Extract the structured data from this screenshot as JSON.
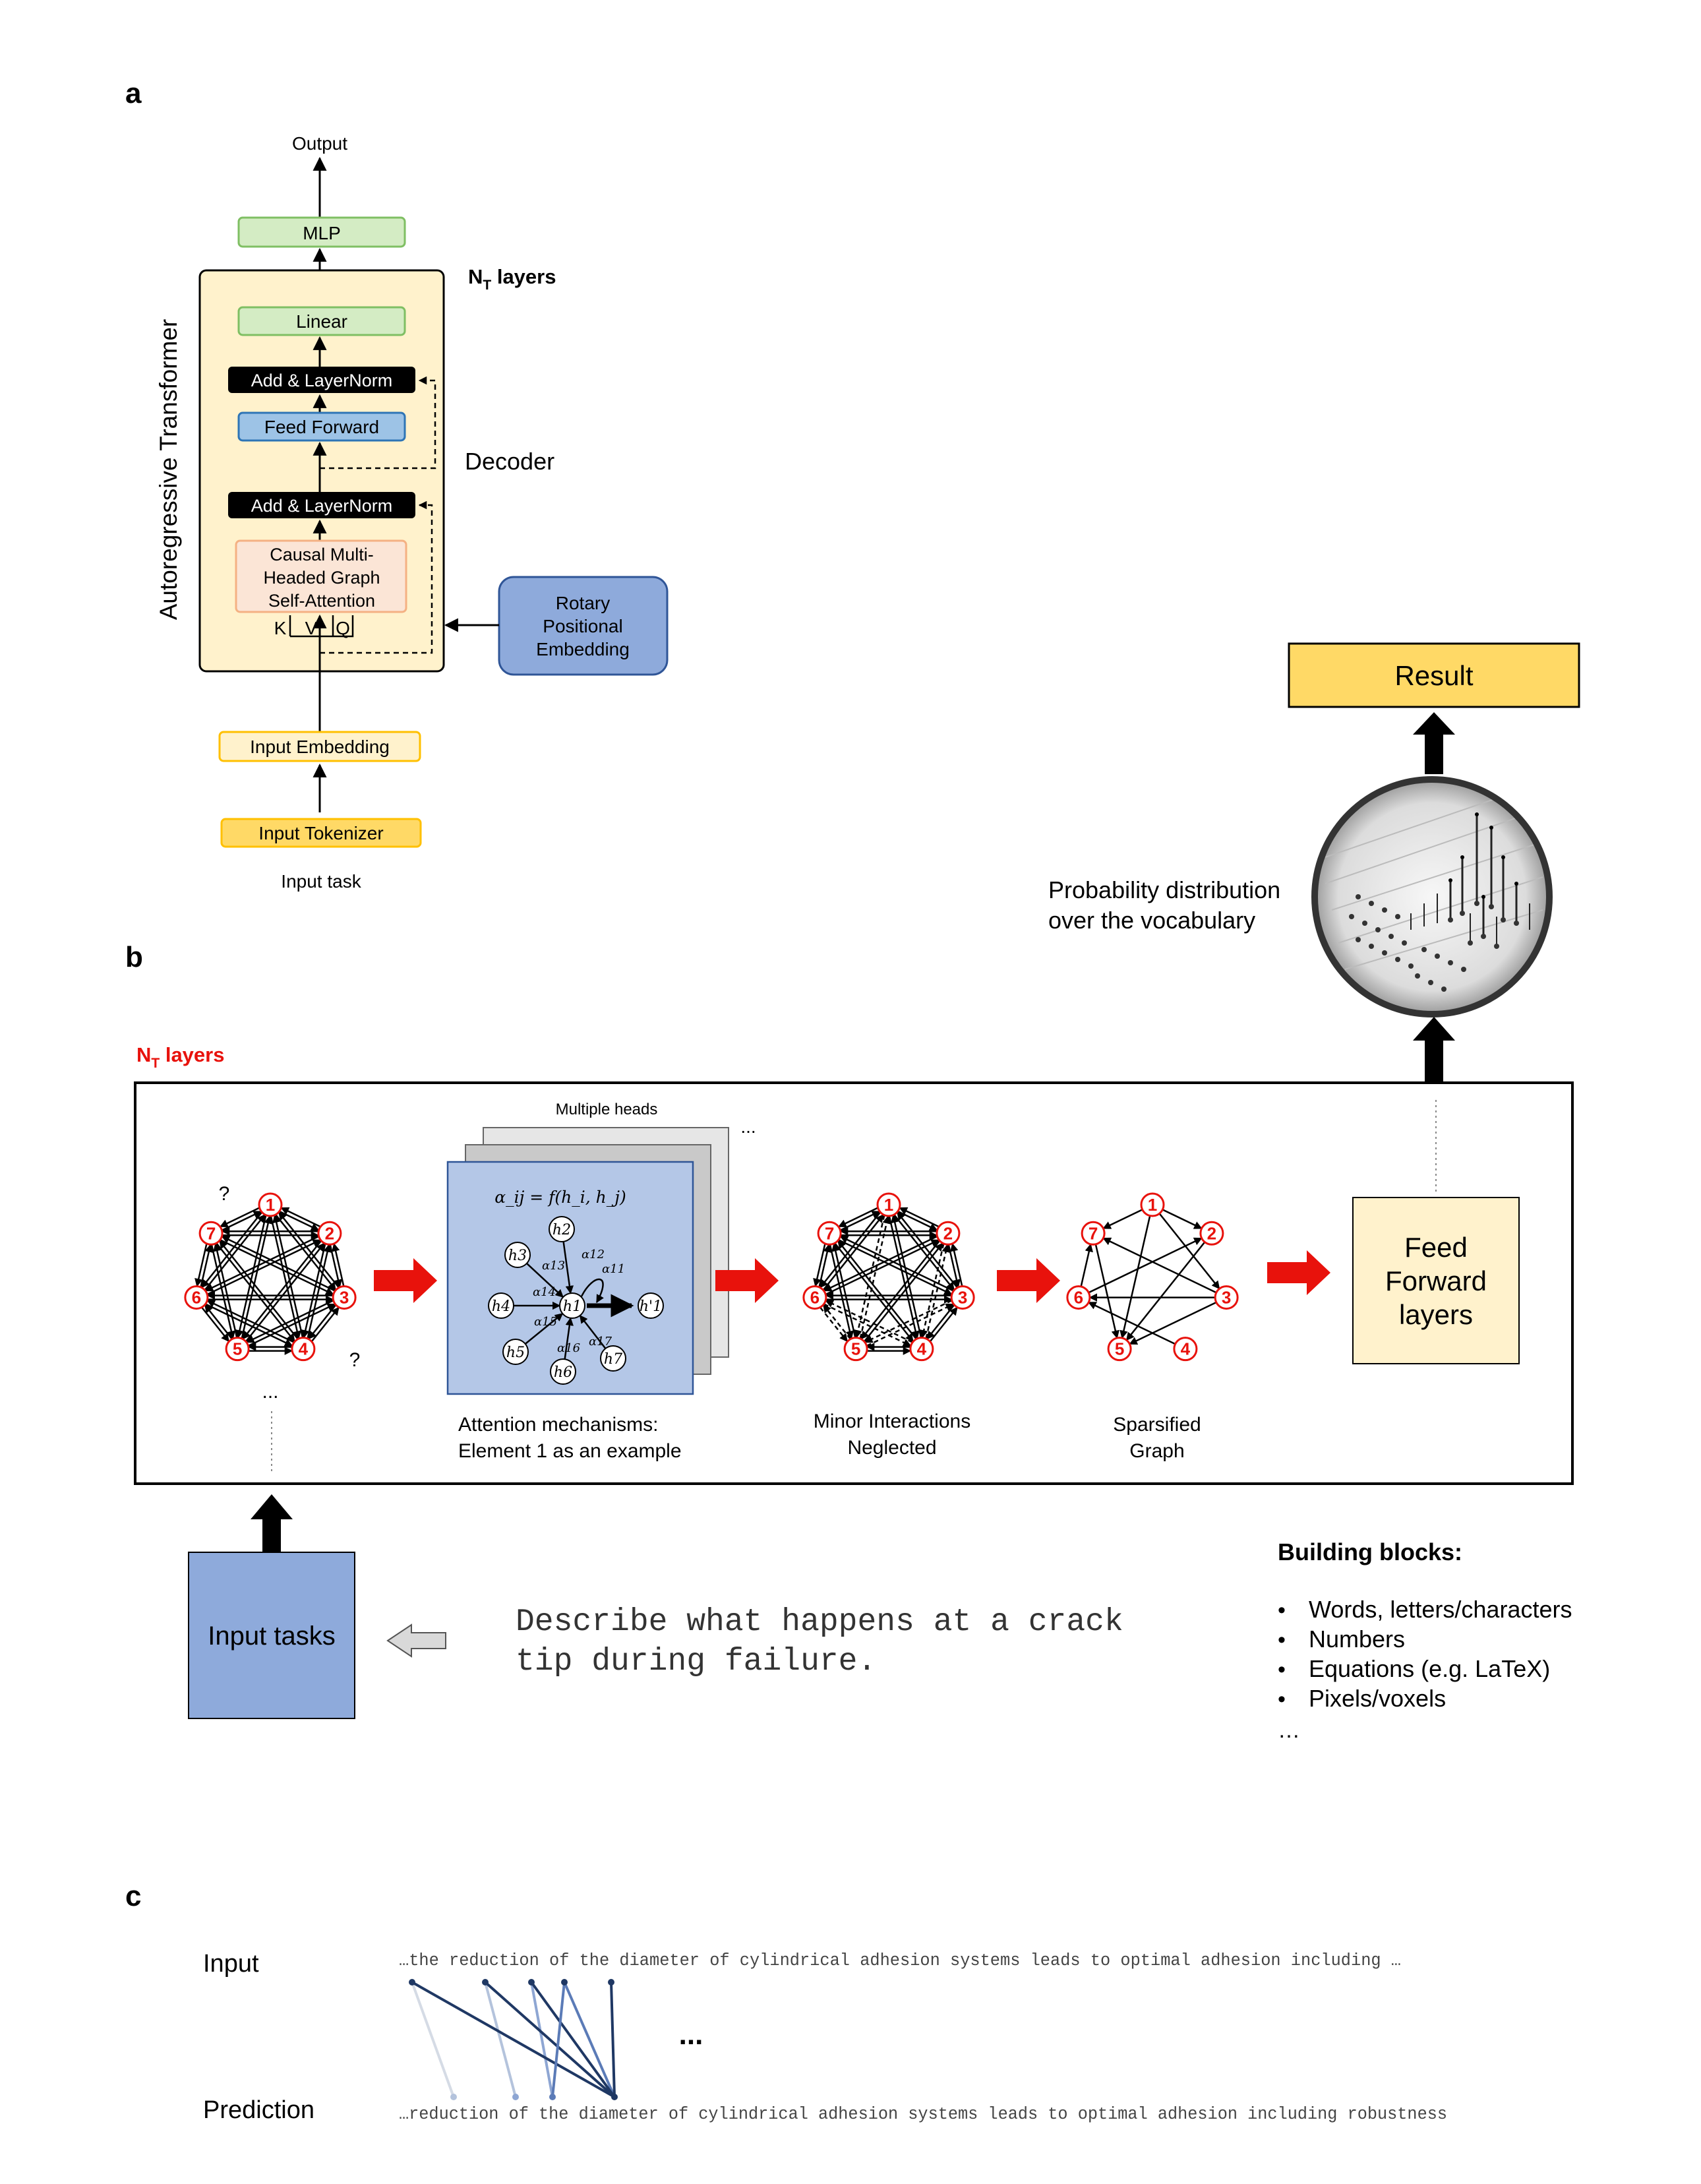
{
  "panel_a": {
    "letter": "a",
    "output_label": "Output",
    "mlp_label": "MLP",
    "nt_prefix": "N",
    "nt_sub": "T",
    "nt_suffix": " layers",
    "linear_label": "Linear",
    "add_norm_label": "Add & LayerNorm",
    "feed_forward_label": "Feed Forward",
    "attention_line1": "Causal Multi-",
    "attention_line2": "Headed Graph",
    "attention_line3": "Self-Attention",
    "k_label": "K",
    "v_label": "V",
    "q_label": "Q",
    "decoder_label": "Decoder",
    "transformer_label": "Autoregressive Transformer",
    "rotary_line1": "Rotary",
    "rotary_line2": "Positional",
    "rotary_line3": "Embedding",
    "input_embedding_label": "Input Embedding",
    "input_tokenizer_label": "Input Tokenizer",
    "input_task_label": "Input task"
  },
  "panel_b": {
    "letter": "b",
    "result_label": "Result",
    "prob_line1": "Probability distribution",
    "prob_line2": "over the vocabulary",
    "nt_prefix": "N",
    "nt_sub": "T",
    "nt_suffix": " layers",
    "multiple_heads": "Multiple heads",
    "ellipsis": "...",
    "question_mark": "?",
    "attention_formula": "α_ij = f(h_i, h_j)",
    "attention_caption_line1": "Attention  mechanisms:",
    "attention_caption_line2": "Element  1 as an example",
    "minor_line1": "Minor  Interactions",
    "minor_line2": "Neglected",
    "sparse_line1": "Sparsified",
    "sparse_line2": "Graph",
    "ffl_line1": "Feed",
    "ffl_line2": "Forward",
    "ffl_line3": "layers",
    "input_tasks_label": "Input tasks",
    "prompt_line1": "Describe what happens at a crack",
    "prompt_line2": "tip during failure.",
    "building_blocks_title": "Building blocks:",
    "building_blocks": [
      "Words, letters/characters",
      "Numbers",
      "Equations (e.g. LaTeX)",
      "Pixels/voxels"
    ],
    "building_blocks_more": "…",
    "node_labels": [
      "1",
      "2",
      "3",
      "4",
      "5",
      "6",
      "7"
    ],
    "attention_nodes": {
      "h1": "h1",
      "h2": "h2",
      "h3": "h3",
      "h4": "h4",
      "h5": "h5",
      "h6": "h6",
      "h7": "h7",
      "h1p": "h'1",
      "a11": "α11",
      "a12": "α12",
      "a13": "α13",
      "a14": "α14",
      "a15": "α15",
      "a16": "α16",
      "a17": "α17"
    }
  },
  "panel_c": {
    "letter": "c",
    "input_label": "Input",
    "prediction_label": "Prediction",
    "input_text": "…the reduction of the diameter of cylindrical adhesion systems leads to optimal adhesion including …",
    "prediction_text": "…reduction of the diameter of cylindrical adhesion systems leads to optimal adhesion including robustness",
    "ellipsis": "..."
  },
  "colors": {
    "green_box": "#d4ecc4",
    "green_border": "#7fbf63",
    "blue_box": "#9dc3e6",
    "blue_dark": "#8eaadb",
    "yellow_box": "#ffd966",
    "yellow_light": "#fff2cc",
    "cream": "#fff2cc",
    "pink_box": "#fbe5d6",
    "pink_border": "#f4b183",
    "red": "#e8120c",
    "navy": "#1f3864"
  }
}
